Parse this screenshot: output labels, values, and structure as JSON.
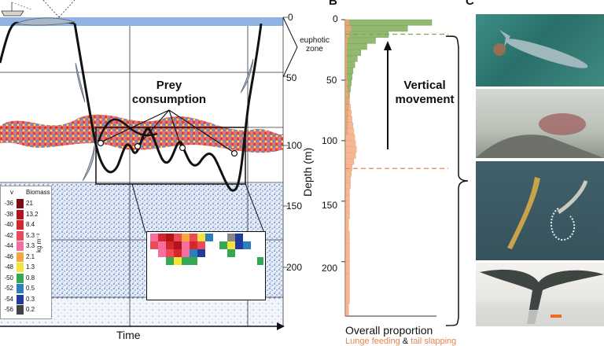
{
  "panelA": {
    "scale_ticks": [
      "0",
      "50",
      "100",
      "150",
      "200"
    ],
    "euphotic_label": "euphotic zone",
    "prey_label": "Prey consumption",
    "time_label": "Time",
    "legend": {
      "header_left": "v",
      "header_right": "Biomass",
      "unit": "kg m⁻³",
      "left_values": [
        "-36",
        "-38",
        "-40",
        "-42",
        "-44",
        "-46",
        "-48",
        "-50",
        "-52",
        "-54",
        "-56"
      ],
      "right_values": [
        "21",
        "13.2",
        "8.4",
        "5.3",
        "3.3",
        "2.1",
        "1.3",
        "0.8",
        "0.5",
        "0.3",
        "0.2"
      ],
      "colors": [
        "#7a0c13",
        "#b3141c",
        "#d7262b",
        "#ec4a56",
        "#f46ea0",
        "#f7a63b",
        "#f5e33a",
        "#34a853",
        "#2a7fbf",
        "#1f3c9e",
        "#444444"
      ]
    }
  },
  "panelB": {
    "letter": "B",
    "y_ticks": [
      "0",
      "50",
      "100",
      "150",
      "200"
    ],
    "ylabel": "Depth (m)",
    "xlabel": "Overall proportion",
    "vertical_label": "Vertical movement",
    "legend_partial": {
      "feeding": "Lunge feeding",
      "amp": "&",
      "tail": "tail slapping"
    }
  },
  "panelC": {
    "letter": "C",
    "photos": [
      "aerial-whale-photo",
      "tag-camera-photo",
      "underwater-whales-photo",
      "fluke-photo"
    ]
  },
  "chart_data": {
    "type": "bar",
    "orientation": "horizontal",
    "ylabel": "Depth (m)",
    "xlabel": "Overall proportion",
    "ylim": [
      0,
      245
    ],
    "series": [
      {
        "color": "#8db56a",
        "depth": [
          2.5,
          7.5,
          12.5,
          17.5,
          22.5,
          27.5,
          32.5,
          37.5,
          42.5,
          47.5,
          52.5,
          57.5,
          62.5,
          67.5,
          72.5,
          77.5,
          82.5,
          87.5,
          92.5
        ],
        "values": [
          1.0,
          0.72,
          0.5,
          0.35,
          0.25,
          0.18,
          0.14,
          0.11,
          0.09,
          0.08,
          0.07,
          0.06,
          0.05,
          0.045,
          0.04,
          0.035,
          0.03,
          0.03,
          0.025
        ]
      },
      {
        "color": "#f4a77a",
        "depth": [
          2.5,
          7.5,
          12.5,
          17.5,
          22.5,
          27.5,
          32.5,
          37.5,
          42.5,
          47.5,
          52.5,
          57.5,
          62.5,
          67.5,
          72.5,
          77.5,
          82.5,
          87.5,
          92.5,
          97.5,
          102.5,
          107.5,
          112.5,
          117.5,
          122.5,
          127.5,
          132.5,
          137.5,
          142.5,
          147.5,
          152.5,
          157.5,
          162.5,
          167.5,
          172.5,
          177.5,
          182.5,
          187.5,
          192.5,
          197.5,
          202.5,
          207.5,
          212.5,
          217.5,
          222.5,
          227.5,
          232.5,
          237.5,
          242.5
        ],
        "values": [
          0.05,
          0.07,
          0.05,
          0.03,
          0.02,
          0.02,
          0.02,
          0.02,
          0.02,
          0.02,
          0.03,
          0.03,
          0.04,
          0.05,
          0.06,
          0.07,
          0.08,
          0.09,
          0.1,
          0.11,
          0.12,
          0.13,
          0.12,
          0.1,
          0.08,
          0.07,
          0.06,
          0.06,
          0.05,
          0.05,
          0.05,
          0.05,
          0.05,
          0.04,
          0.04,
          0.05,
          0.05,
          0.05,
          0.05,
          0.05,
          0.05,
          0.05,
          0.05,
          0.05,
          0.05,
          0.05,
          0.05,
          0.04,
          0.04
        ]
      }
    ],
    "reference_lines": [
      12,
      123
    ]
  }
}
